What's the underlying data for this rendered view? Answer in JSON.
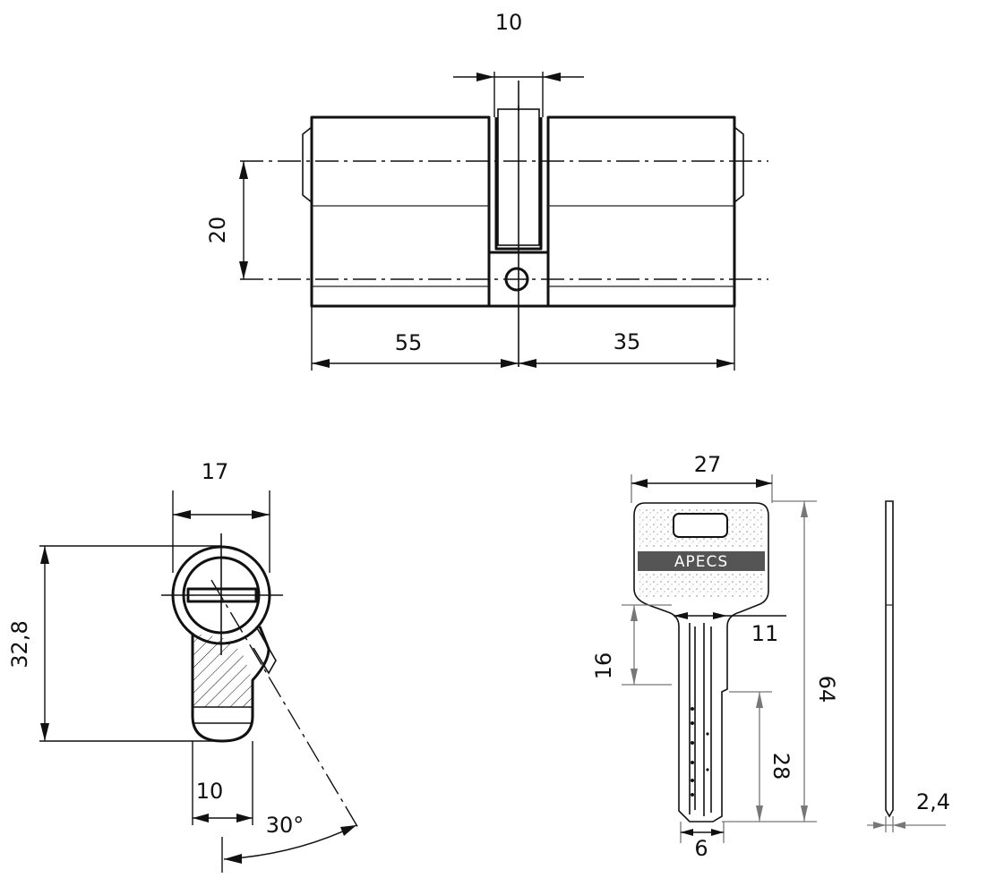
{
  "dimensions": {
    "cam_gap": "10",
    "offset": "20",
    "length_a": "55",
    "length_b": "35",
    "cam_width": "17",
    "cam_height": "32,8",
    "cam_neck": "10",
    "cam_angle": "30°"
  },
  "key": {
    "brand": "APECS",
    "head_width": "27",
    "shoulder": "11",
    "notch": "16",
    "total_length": "64",
    "blade_length": "28",
    "tip_width": "6",
    "thickness": "2,4"
  },
  "colors": {
    "line": "#111111",
    "dim_grey": "#777777",
    "brand_band": "#555555"
  }
}
